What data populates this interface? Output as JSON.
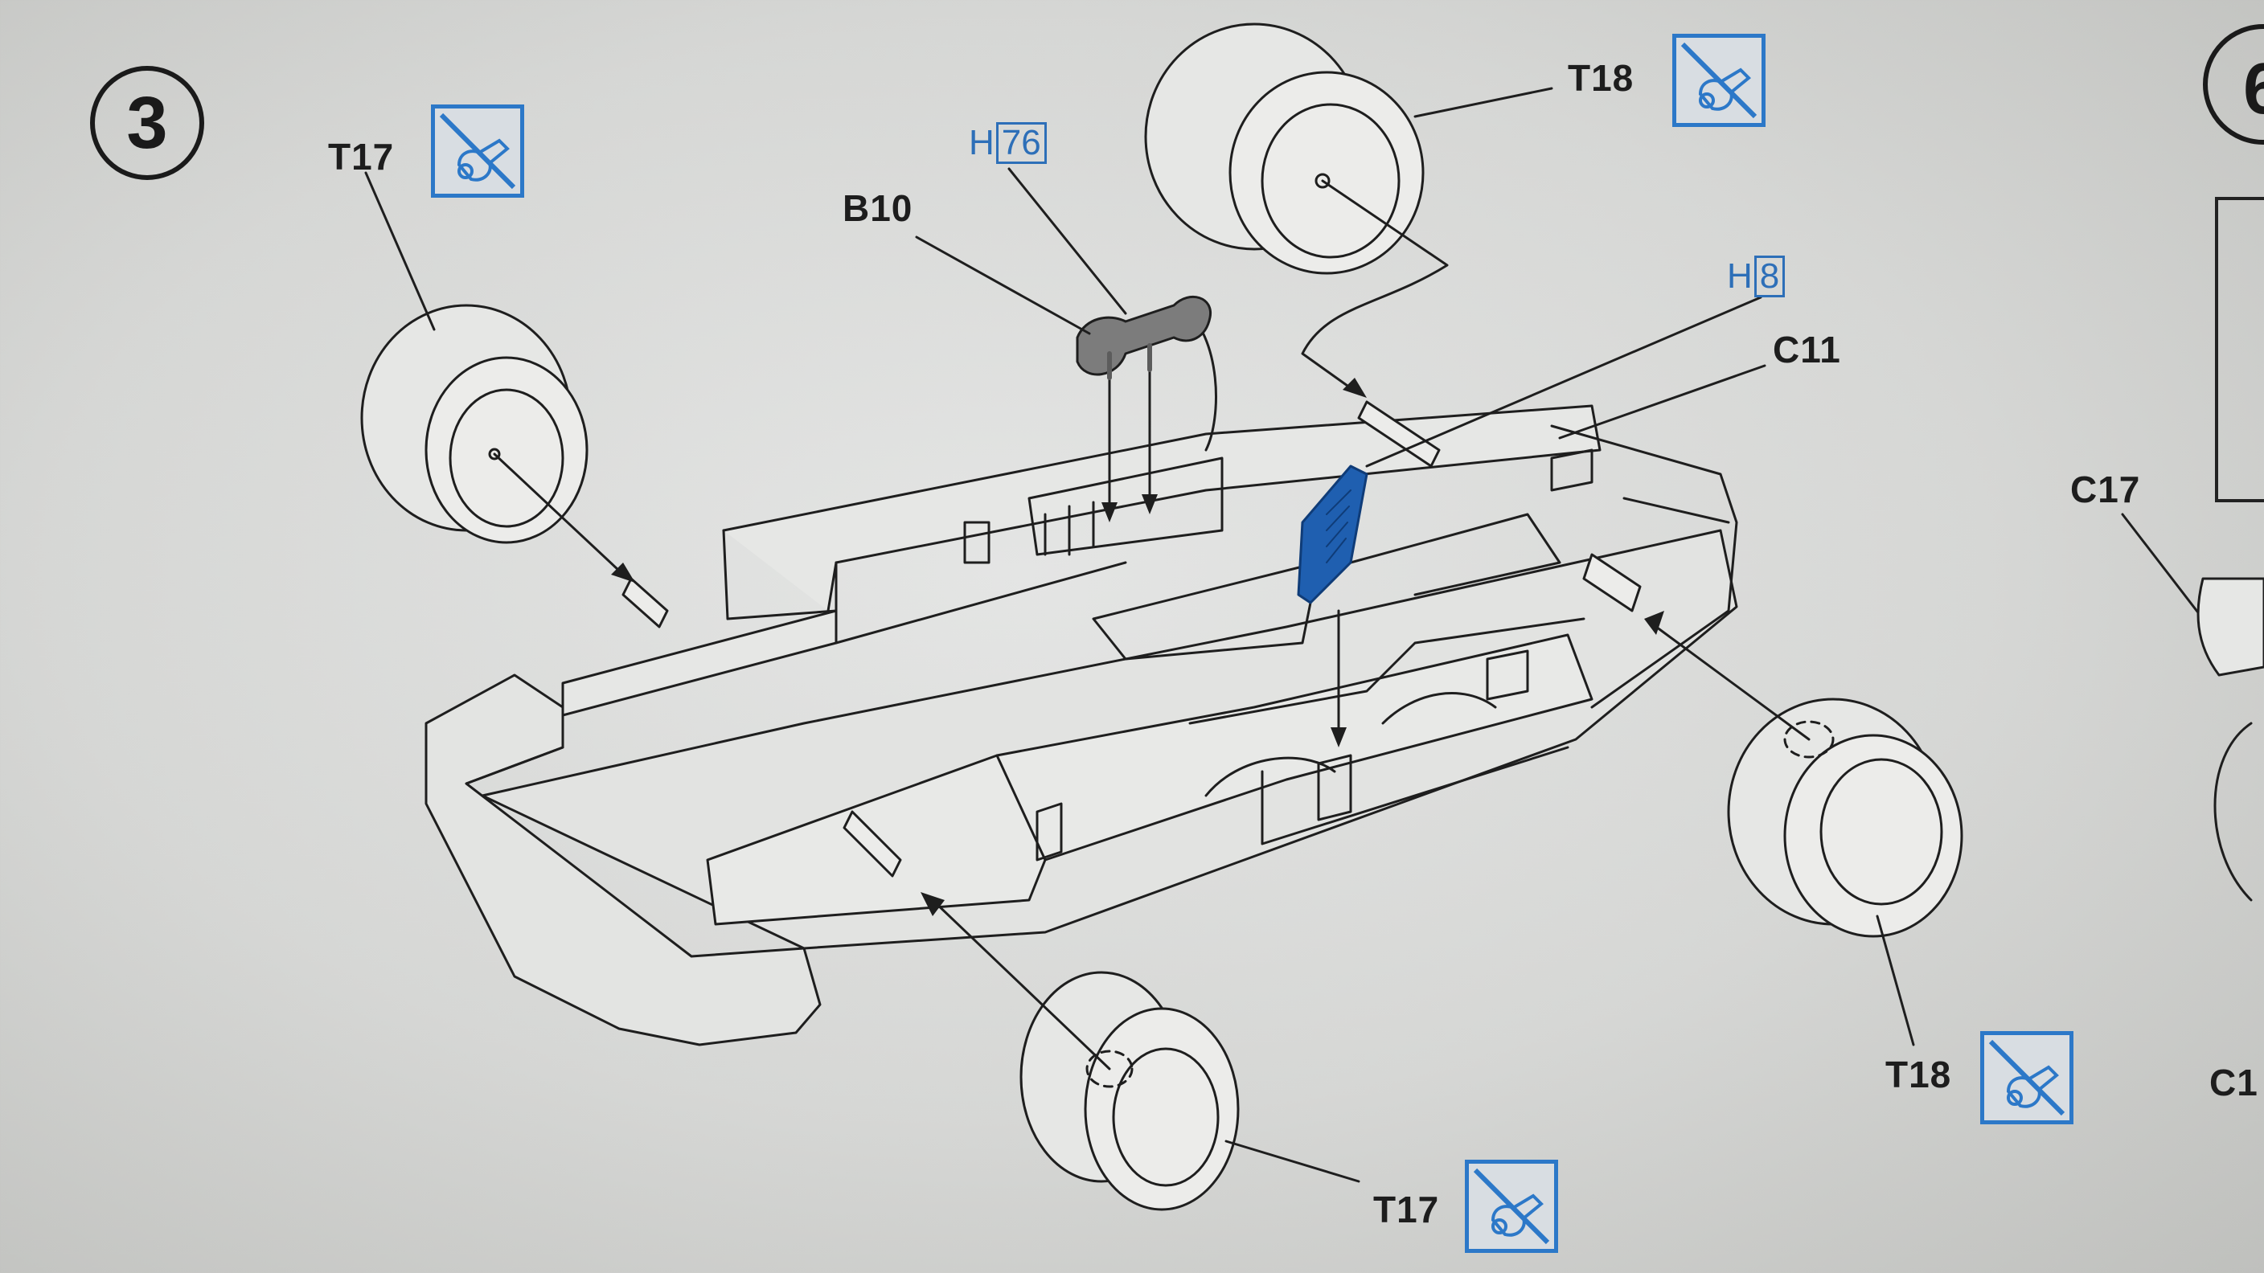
{
  "step": {
    "number": "3",
    "next_number_partial": "6"
  },
  "labels": {
    "t17_top": "T17",
    "t17_bottom": "T17",
    "t18_top": "T18",
    "t18_right": "T18",
    "b10": "B10",
    "c11": "C11",
    "c17": "C17",
    "c_partial": "C1",
    "h76_prefix": "H",
    "h76_num": "76",
    "h8_prefix": "H",
    "h8_num": "8"
  },
  "icons": {
    "no_glue": "no-glue-icon"
  },
  "colors": {
    "blue_part": "#1f5fb0",
    "blue_label": "#2d6fb8",
    "gray_part": "#7c7c7c",
    "line": "#1e1e1e"
  }
}
